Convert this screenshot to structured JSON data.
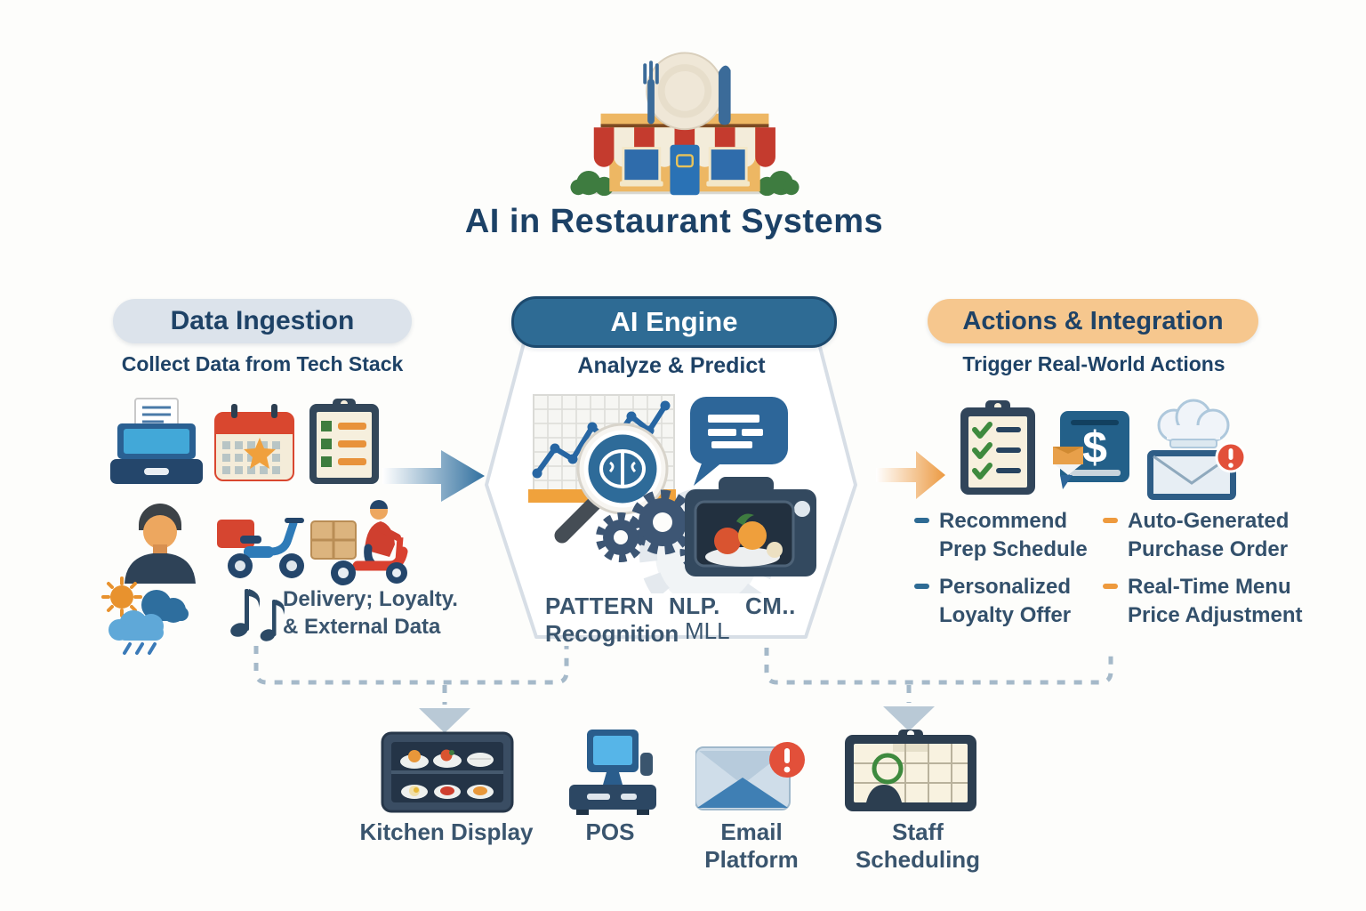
{
  "title": "AI in Restaurant Systems",
  "ingestion": {
    "header": "Data Ingestion",
    "subtitle": "Collect Data from Tech Stack",
    "caption": {
      "line1": "Delivery; Loyalty.",
      "line2": "& External Data"
    }
  },
  "engine": {
    "header": "AI Engine",
    "subtitle": "Analyze & Predict",
    "labels": {
      "pattern_line1": "PATTERN",
      "pattern_line2": "Recognition",
      "nlp": "NLP.",
      "ml": "MLL",
      "cv": "CM.."
    }
  },
  "actions": {
    "header": "Actions & Integration",
    "subtitle": "Trigger Real-World Actions",
    "bullets": [
      {
        "line1": "Recommend",
        "line2": "Prep Schedule"
      },
      {
        "line1": "Personalized",
        "line2": "Loyalty Offer"
      },
      {
        "line1": "Auto-Generated",
        "line2": "Purchase Order"
      },
      {
        "line1": "Real-Time Menu",
        "line2": "Price Adjustment"
      }
    ]
  },
  "outputs": [
    {
      "label": "Kitchen Display"
    },
    {
      "label": "POS"
    },
    {
      "label": "Email Platform"
    },
    {
      "label": "Staff Scheduling"
    }
  ],
  "glyphs": {
    "dollar": "$"
  },
  "colors": {
    "navy": "#1e4266",
    "text": "#3a556e",
    "pill-gray": "#dce3eb",
    "pill-blue": "#2e6b94",
    "pill-blue-border": "#1d4a6e",
    "pill-orange": "#f6c78e",
    "arrow-blue": "#31709f",
    "arrow-orange": "#ec9a42",
    "bullet-blue": "#2e6b94",
    "bullet-orange": "#ee9a3d",
    "dash": "#a5b9c9",
    "hex-border": "#d7dee6"
  }
}
